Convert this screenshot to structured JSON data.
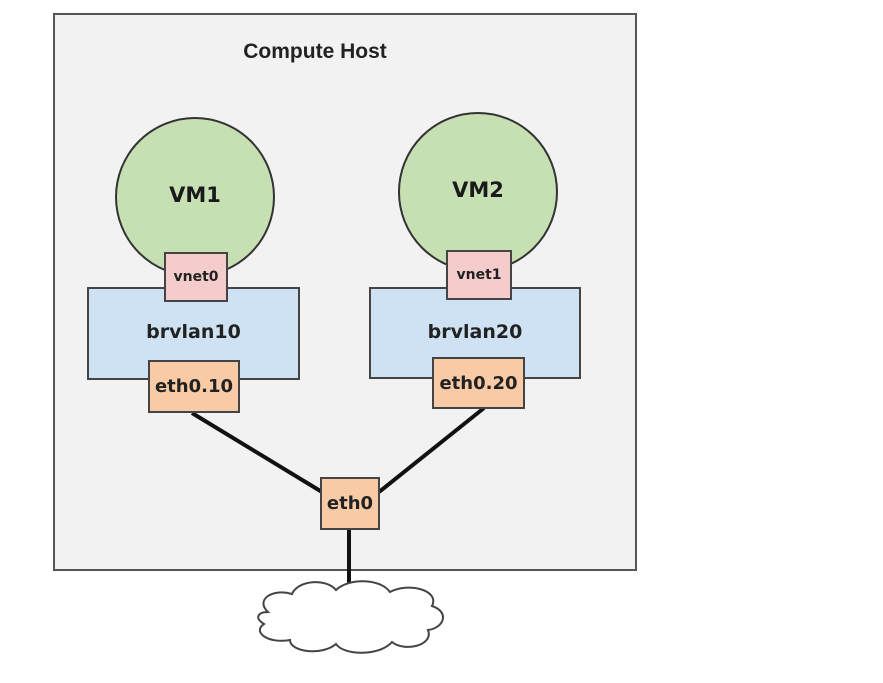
{
  "host": {
    "title": "Compute Host"
  },
  "vms": [
    {
      "label": "VM1",
      "vnet": "vnet0",
      "bridge": "brvlan10",
      "subif": "eth0.10"
    },
    {
      "label": "VM2",
      "vnet": "vnet1",
      "bridge": "brvlan20",
      "subif": "eth0.20"
    }
  ],
  "physical_nic": {
    "label": "eth0"
  },
  "colors": {
    "host_fill": "#f2f2f2",
    "vm_fill": "#c6e0b4",
    "bridge_fill": "#cfe2f3",
    "vnet_fill": "#f4cccc",
    "port_fill": "#f8cba6",
    "cloud_fill": "#ffffff"
  }
}
